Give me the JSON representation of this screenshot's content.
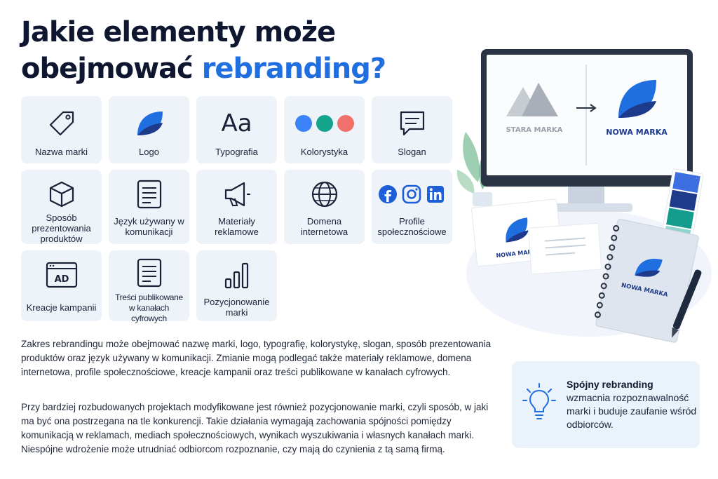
{
  "title": {
    "line1": "Jakie elementy może",
    "line2_plain": "obejmować ",
    "line2_accent": "rebranding?"
  },
  "colors": {
    "accent": "#1f6fe0",
    "navy": "#1e3a8a",
    "tile_bg": "#eef3fa",
    "palette": [
      "#3b82f6",
      "#14a38b",
      "#f0716b"
    ]
  },
  "tiles": [
    {
      "label": "Nazwa marki",
      "icon": "tag-icon"
    },
    {
      "label": "Logo",
      "icon": "logo-leaf-icon"
    },
    {
      "label": "Typografia",
      "icon": "typography-icon",
      "glyph": "Aa"
    },
    {
      "label": "Kolorystyka",
      "icon": "color-dots-icon"
    },
    {
      "label": "Slogan",
      "icon": "speech-bubble-icon"
    },
    {
      "label": "Sposób prezentowania produktów",
      "icon": "box-icon"
    },
    {
      "label": "Język używany w komunikacji",
      "icon": "document-icon"
    },
    {
      "label": "Materiały reklamowe",
      "icon": "megaphone-icon"
    },
    {
      "label": "Domena internetowa",
      "icon": "globe-icon"
    },
    {
      "label": "Profile społecznościowe",
      "icon": "social-icons"
    },
    {
      "label": "Kreacje kampanii",
      "icon": "ad-window-icon",
      "glyph": "AD"
    },
    {
      "label": "Treści publikowane w kanałach cyfrowych",
      "icon": "document-icon"
    },
    {
      "label": "Pozycjonowanie marki",
      "icon": "bar-chart-icon"
    }
  ],
  "paragraphs": [
    "Zakres rebrandingu może obejmować nazwę marki, logo, typografię, kolorystykę, slogan, sposób prezentowania produktów oraz język używany w komunikacji. Zmianie mogą podlegać także materiały reklamowe, domena internetowa, profile społecznościowe, kreacje kampanii oraz treści publikowane w kanałach cyfrowych.",
    "Przy bardziej rozbudowanych projektach modyfikowane jest również pozycjonowanie marki, czyli sposób, w jaki ma być ona postrzegana na tle konkurencji. Takie działania wymagają zachowania spójności pomiędzy komunikacją w reklamach, mediach społecznościowych, wynikach wyszukiwania i własnych kanałach marki. Niespójne wdrożenie może utrudniać odbiorcom rozpoznanie, czy mają do czynienia z tą samą firmą."
  ],
  "callout": {
    "title": "Spójny rebranding",
    "body": "wzmacnia rozpoznawalność marki i buduje zaufanie wśród odbiorców.",
    "icon": "lightbulb-icon"
  },
  "illustration": {
    "old_brand": "STARA MARKA",
    "new_brand": "NOWA MARKA",
    "card_brand": "NOWA MARKA",
    "notebook_brand": "NOWA MARKA",
    "swatches": [
      "#3d6fe0",
      "#1e3a8a",
      "#149c8c",
      "#8ed3cc"
    ]
  }
}
